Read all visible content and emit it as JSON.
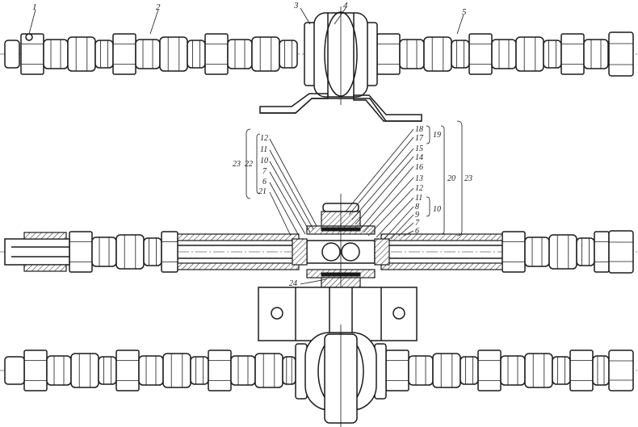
{
  "figure": {
    "labels": {
      "l1": "1",
      "l2": "2",
      "l3": "3",
      "l4": "4",
      "l5": "5",
      "l6": "6",
      "l7": "7",
      "l8": "8",
      "l9": "9",
      "l10": "10",
      "l11": "11",
      "l12": "12",
      "l13": "13",
      "l14": "14",
      "l15": "15",
      "l16": "16",
      "l17": "17",
      "l18": "18",
      "l19": "19",
      "l20": "20",
      "l21": "21",
      "l22": "22",
      "l23": "23",
      "l24": "24"
    }
  }
}
